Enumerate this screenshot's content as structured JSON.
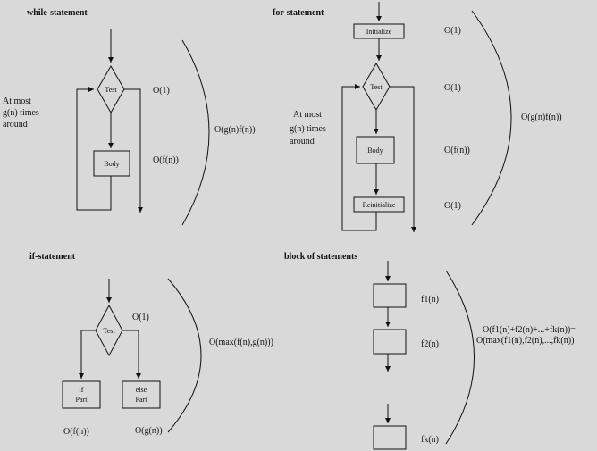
{
  "panels": {
    "while": {
      "title": "while-statement",
      "test": "Test",
      "body": "Body",
      "around": [
        "At most",
        "g(n) times",
        "around"
      ],
      "cost_test": "O(1)",
      "cost_body": "O(f(n))",
      "total": "O(g(n)f(n))"
    },
    "for": {
      "title": "for-statement",
      "init": "Initialize",
      "test": "Test",
      "body": "Body",
      "reinit": "Reinitialize",
      "around": [
        "At most",
        "g(n) times",
        "around"
      ],
      "cost_init": "O(1)",
      "cost_test": "O(1)",
      "cost_body": "O(f(n))",
      "cost_reinit": "O(1)",
      "total": "O(g(n)f(n))"
    },
    "if": {
      "title": "if-statement",
      "test": "Test",
      "if_part": [
        "if",
        "Part"
      ],
      "else_part": [
        "else",
        "Part"
      ],
      "cost_test": "O(1)",
      "cost_if": "O(f(n))",
      "cost_else": "O(g(n))",
      "total": "O(max(f(n),g(n)))"
    },
    "block": {
      "title": "block of statements",
      "f1": "f1(n)",
      "f2": "f2(n)",
      "fk": "fk(n)",
      "total_line1": "O(f1(n)+f2(n)+...+fk(n))=",
      "total_line2": "O(max(f1(n),f2(n),...,fk(n))"
    }
  }
}
